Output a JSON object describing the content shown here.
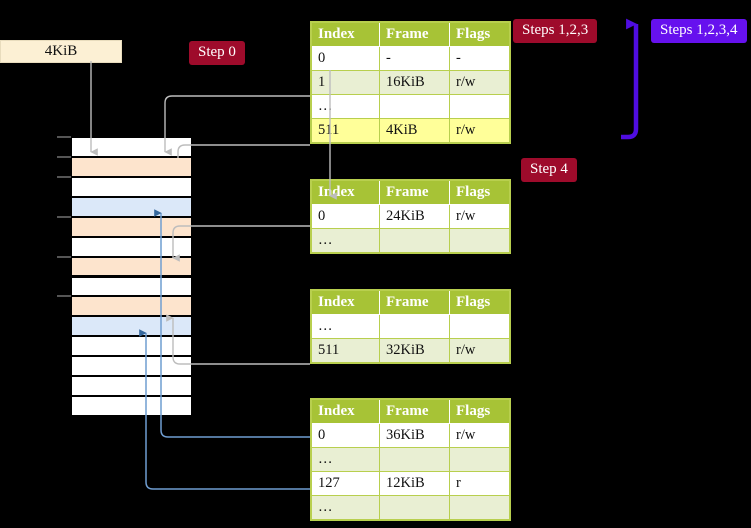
{
  "labels": {
    "kib_box": "4KiB",
    "step0": "Step 0",
    "step4": "Step 4",
    "steps123": "Steps 1,2,3",
    "steps1234": "Steps 1,2,3,4"
  },
  "colors": {
    "background": "#000000",
    "badge_red": "#9e0b2b",
    "badge_blue": "#6611ee",
    "table_header": "#a7c336",
    "table_border": "#b8cf4e",
    "table_alt_row": "#e9efd3",
    "highlight": "#ffff99",
    "mem_peach": "#fde4cd",
    "mem_blue": "#dbe8f9",
    "kib_box_fill": "#fcf0d4",
    "arrow_gray": "#b0b0b0",
    "arrow_blue": "#4a7ebb"
  },
  "columns": [
    "Index",
    "Frame",
    "Flags"
  ],
  "tables": [
    {
      "name": "pml4-table",
      "rows": [
        {
          "index": "0",
          "frame": "-",
          "flags": "-",
          "style": "plain",
          "highlight": false
        },
        {
          "index": "1",
          "frame": "16KiB",
          "flags": "r/w",
          "style": "alt",
          "highlight": false
        },
        {
          "index": "…",
          "frame": "",
          "flags": "",
          "style": "plain",
          "highlight": false
        },
        {
          "index": "511",
          "frame": "4KiB",
          "flags": "r/w",
          "style": "alt",
          "highlight": true
        }
      ]
    },
    {
      "name": "pdpt-table",
      "rows": [
        {
          "index": "0",
          "frame": "24KiB",
          "flags": "r/w",
          "style": "plain",
          "highlight": false
        },
        {
          "index": "…",
          "frame": "",
          "flags": "",
          "style": "alt",
          "highlight": false
        }
      ]
    },
    {
      "name": "pd-table",
      "rows": [
        {
          "index": "…",
          "frame": "",
          "flags": "",
          "style": "plain",
          "highlight": false
        },
        {
          "index": "511",
          "frame": "32KiB",
          "flags": "r/w",
          "style": "alt",
          "highlight": false
        }
      ]
    },
    {
      "name": "pt-table",
      "rows": [
        {
          "index": "0",
          "frame": "36KiB",
          "flags": "r/w",
          "style": "plain",
          "highlight": false
        },
        {
          "index": "…",
          "frame": "",
          "flags": "",
          "style": "alt",
          "highlight": false
        },
        {
          "index": "127",
          "frame": "12KiB",
          "flags": "r",
          "style": "plain",
          "highlight": false
        },
        {
          "index": "…",
          "frame": "",
          "flags": "",
          "style": "alt",
          "highlight": false
        }
      ]
    }
  ],
  "memory_column": {
    "rows": [
      {
        "fill": "white",
        "tick": true
      },
      {
        "fill": "peach",
        "tick": true
      },
      {
        "fill": "white",
        "tick": true
      },
      {
        "fill": "blue",
        "tick": false
      },
      {
        "fill": "peach",
        "tick": true
      },
      {
        "fill": "white",
        "tick": false
      },
      {
        "fill": "peach",
        "tick": true
      },
      {
        "fill": "white",
        "tick": false
      },
      {
        "fill": "peach",
        "tick": true
      },
      {
        "fill": "blue",
        "tick": false
      },
      {
        "fill": "white",
        "tick": false
      },
      {
        "fill": "white",
        "tick": false
      },
      {
        "fill": "white",
        "tick": false
      },
      {
        "fill": "white",
        "tick": false
      }
    ]
  }
}
